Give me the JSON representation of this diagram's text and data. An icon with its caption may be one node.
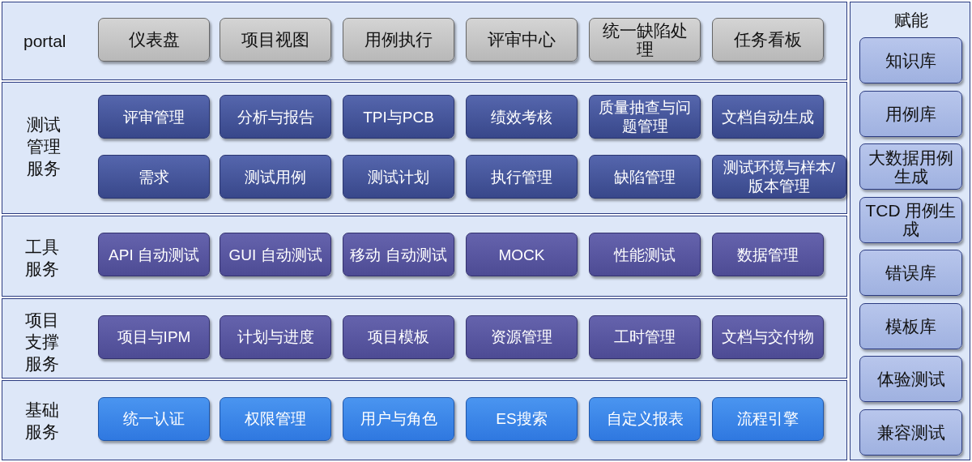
{
  "diagram": {
    "nodes": [
      {
        "text": [
          "portal"
        ]
      },
      {
        "text": [
          "仪表盘"
        ],
        "in": 0
      },
      {
        "text": [
          "项目视图"
        ],
        "in": 0
      },
      {
        "text": [
          "用例执行"
        ],
        "in": 0
      },
      {
        "text": [
          "评审中心"
        ],
        "in": 0
      },
      {
        "text": [
          "统一缺陷处理"
        ],
        "in": 0
      },
      {
        "text": [
          "任务看板"
        ],
        "in": 0
      },
      {
        "text": [
          "测试管理服务"
        ]
      },
      {
        "text": [
          "评审管理"
        ],
        "in": 7
      },
      {
        "text": [
          "分析与报告"
        ],
        "in": 7
      },
      {
        "text": [
          "TPI与PCB"
        ],
        "in": 7
      },
      {
        "text": [
          "绩效考核"
        ],
        "in": 7
      },
      {
        "text": [
          "质量抽查与问题管理"
        ],
        "in": 7
      },
      {
        "text": [
          "文档自动生成"
        ],
        "in": 7
      },
      {
        "text": [
          "需求"
        ],
        "in": 7
      },
      {
        "text": [
          "测试用例"
        ],
        "in": 7
      },
      {
        "text": [
          "测试计划"
        ],
        "in": 7
      },
      {
        "text": [
          "执行管理"
        ],
        "in": 7
      },
      {
        "text": [
          "缺陷管理"
        ],
        "in": 7
      },
      {
        "text": [
          "测试环境与样本/版本管理"
        ],
        "in": 7
      },
      {
        "text": [
          "工具服务"
        ]
      },
      {
        "text": [
          "API 自动测试"
        ],
        "in": 20
      },
      {
        "text": [
          "GUI 自动测试"
        ],
        "in": 20
      },
      {
        "text": [
          "移动 自动测试"
        ],
        "in": 20
      },
      {
        "text": [
          "MOCK"
        ],
        "in": 20
      },
      {
        "text": [
          "性能测试"
        ],
        "in": 20
      },
      {
        "text": [
          "数据管理"
        ],
        "in": 20
      },
      {
        "text": [
          "项目支撑服务"
        ]
      },
      {
        "text": [
          "项目与IPM"
        ],
        "in": 27
      },
      {
        "text": [
          "计划与进度"
        ],
        "in": 27
      },
      {
        "text": [
          "项目模板"
        ],
        "in": 27
      },
      {
        "text": [
          "资源管理"
        ],
        "in": 27
      },
      {
        "text": [
          "工时管理"
        ],
        "in": 27
      },
      {
        "text": [
          "文档与交付物"
        ],
        "in": 27
      },
      {
        "text": [
          "基础服务"
        ]
      },
      {
        "text": [
          "统一认证"
        ],
        "in": 34
      },
      {
        "text": [
          "权限管理"
        ],
        "in": 34
      },
      {
        "text": [
          "用户与角色"
        ],
        "in": 34
      },
      {
        "text": [
          "ES搜索"
        ],
        "in": 34
      },
      {
        "text": [
          "自定义报表"
        ],
        "in": 34
      },
      {
        "text": [
          "流程引擎"
        ],
        "in": 34
      },
      {
        "text": [
          "赋能"
        ]
      },
      {
        "text": [
          "知识库"
        ],
        "in": 41
      },
      {
        "text": [
          "用例库"
        ],
        "in": 41
      },
      {
        "text": [
          "大数据用例生成"
        ],
        "in": 41
      },
      {
        "text": [
          "TCD 用例生成"
        ],
        "in": 41
      },
      {
        "text": [
          "错误库"
        ],
        "in": 41
      },
      {
        "text": [
          "模板库"
        ],
        "in": 41
      },
      {
        "text": [
          "体验测试"
        ],
        "in": 41
      },
      {
        "text": [
          "兼容测试"
        ],
        "in": 41
      }
    ]
  }
}
